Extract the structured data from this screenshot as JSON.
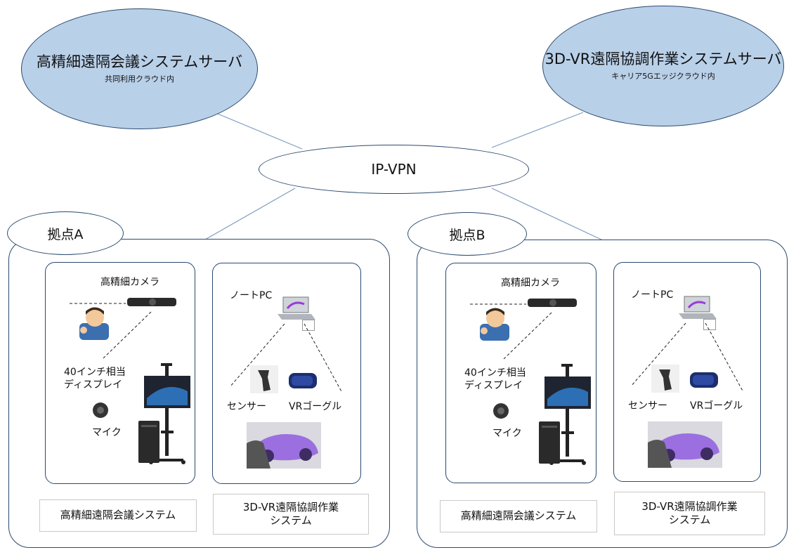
{
  "servers": {
    "left": {
      "title": "高精細遠隔会議システムサーバ",
      "subtitle": "共同利用クラウド内"
    },
    "right": {
      "title": "3D-VR遠隔協調作業システムサーバ",
      "subtitle": "キャリア5Gエッジクラウド内"
    }
  },
  "network": {
    "label": "IP-VPN"
  },
  "sites": [
    {
      "name": "拠点A",
      "conference": {
        "camera": "高精細カメラ",
        "display": "40インチ相当\nディスプレイ",
        "mic": "マイク",
        "system": "高精細遠隔会議システム"
      },
      "vr": {
        "laptop": "ノートPC",
        "sensor": "センサー",
        "goggles": "VRゴーグル",
        "system": "3D-VR遠隔協調作業\nシステム"
      }
    },
    {
      "name": "拠点B",
      "conference": {
        "camera": "高精細カメラ",
        "display": "40インチ相当\nディスプレイ",
        "mic": "マイク",
        "system": "高精細遠隔会議システム"
      },
      "vr": {
        "laptop": "ノートPC",
        "sensor": "センサー",
        "goggles": "VRゴーグル",
        "system": "3D-VR遠隔協調作業\nシステム"
      }
    }
  ],
  "colors": {
    "cloud_fill": "#b9d0e9",
    "outline": "#2b4a6e",
    "link_line": "#7f9cc0"
  }
}
